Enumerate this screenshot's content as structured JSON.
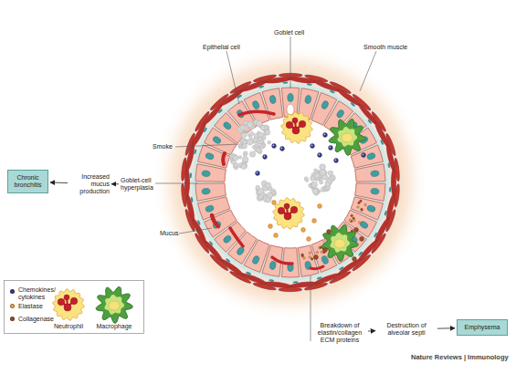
{
  "diagram": {
    "nodes": [
      {
        "text": [
          "Chronic bronchitis"
        ]
      },
      {
        "text": [
          "Increased mucus production"
        ]
      },
      {
        "text": [
          "Goblet-cell hyperplasia"
        ]
      },
      {
        "text": [
          "Breakdown of elastin/collagen ECM proteins"
        ]
      },
      {
        "text": [
          "Destruction of alveolar septi"
        ]
      },
      {
        "text": [
          "Emphysema"
        ]
      }
    ],
    "edges": [
      {
        "from": 2,
        "to": 1,
        "arrow": "to"
      },
      {
        "from": 1,
        "to": 0,
        "arrow": "to"
      },
      {
        "from": 3,
        "to": 4,
        "arrow": "to"
      },
      {
        "from": 4,
        "to": 5,
        "arrow": "to"
      }
    ],
    "labels": [
      "Goblet cell",
      "Epithelial cell",
      "Smooth muscle",
      "Smoke",
      "Mucus",
      "Nature Reviews | Immunology"
    ],
    "legend": [
      {
        "text": "Chemokines/ cytokines",
        "color": "#353d86"
      },
      {
        "text": "Elastase",
        "color": "#f2a444"
      },
      {
        "text": "Collagenase",
        "color": "#9a4f2a"
      },
      {
        "text": "Neutrophil"
      },
      {
        "text": "Macrophage"
      }
    ]
  }
}
